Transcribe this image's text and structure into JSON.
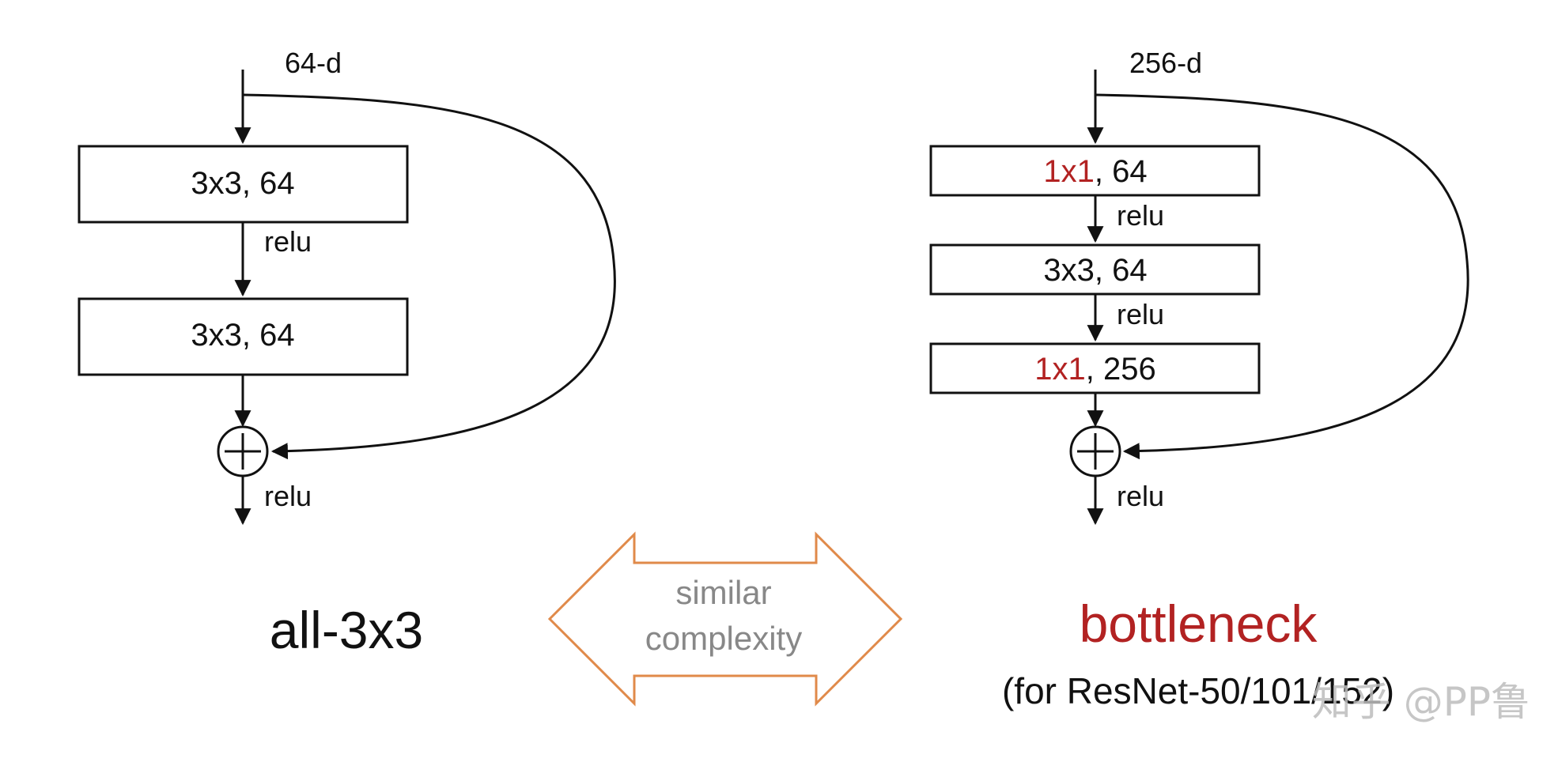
{
  "colors": {
    "ink": "#111111",
    "accent_red": "#b22222",
    "arrow_orange": "#e08a4a",
    "muted_gray": "#888888"
  },
  "left": {
    "input_dim": "64-d",
    "conv1": "3x3, 64",
    "relu1": "relu",
    "conv2": "3x3, 64",
    "relu_out": "relu",
    "title": "all-3x3"
  },
  "right": {
    "input_dim": "256-d",
    "conv1_kernel": "1x1",
    "conv1_rest": ", 64",
    "relu1": "relu",
    "conv2": "3x3, 64",
    "relu2": "relu",
    "conv3_kernel": "1x1",
    "conv3_rest": ", 256",
    "relu_out": "relu",
    "title": "bottleneck",
    "subtitle": "(for ResNet-50/101/152)"
  },
  "middle": {
    "line1": "similar",
    "line2": "complexity"
  },
  "watermark": "知乎 @PP鲁",
  "icons": [
    "plus-circle-icon",
    "arrow-head-icon",
    "double-arrow-icon"
  ]
}
